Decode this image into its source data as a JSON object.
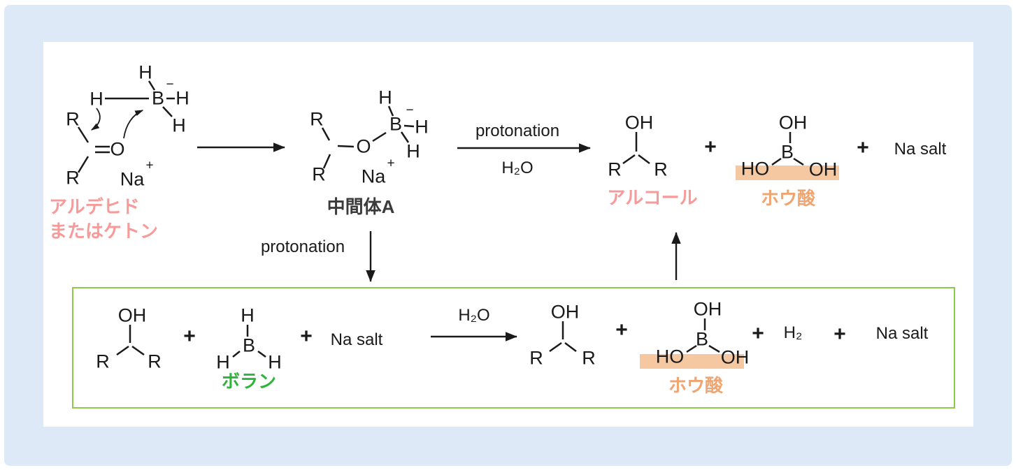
{
  "colors": {
    "frame_blue": "#dde9f6",
    "panel_white": "#ffffff",
    "structure_ink": "#1a1a1a",
    "pink_label": "#f79a9a",
    "orange_label": "#f0a470",
    "orange_highlight": "#f6c8a2",
    "green_box_border": "#8fc84b",
    "green_label": "#2fb33c",
    "gray_label": "#3b3b3b"
  },
  "text": {
    "r": "R",
    "h": "H",
    "b": "B",
    "o": "O",
    "oh": "OH",
    "ho": "HO",
    "na": "Na",
    "plus_charge": "+",
    "minus_charge": "−",
    "plus": "+",
    "na_salt": "Na salt",
    "h2": "H₂",
    "h2o": "H₂O",
    "protonation": "protonation"
  },
  "names": {
    "reactant_line1": "アルデヒド",
    "reactant_line2": "またはケトン",
    "intermediate": "中間体A",
    "alcohol": "アルコール",
    "boric_acid": "ホウ酸",
    "borane": "ボラン"
  }
}
